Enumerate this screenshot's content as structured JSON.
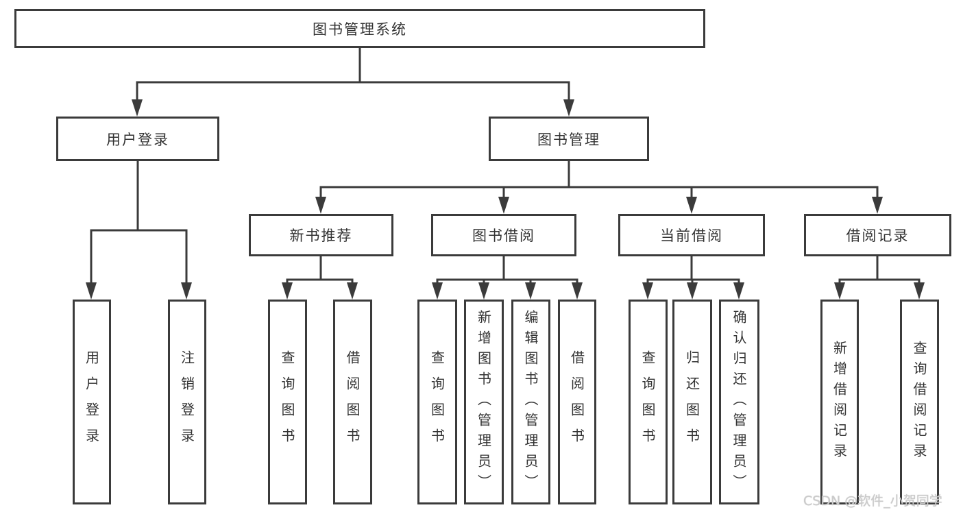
{
  "tree": {
    "label": "图书管理系统",
    "children": [
      {
        "label": "用户登录",
        "children": [
          {
            "label": "用户登录"
          },
          {
            "label": "注销登录"
          }
        ]
      },
      {
        "label": "图书管理",
        "children": [
          {
            "label": "新书推荐",
            "children": [
              {
                "label": "查询图书"
              },
              {
                "label": "借阅图书"
              }
            ]
          },
          {
            "label": "图书借阅",
            "children": [
              {
                "label": "查询图书"
              },
              {
                "label": "新增图书（管理员）"
              },
              {
                "label": "编辑图书（管理员）"
              },
              {
                "label": "借阅图书"
              }
            ]
          },
          {
            "label": "当前借阅",
            "children": [
              {
                "label": "查询图书"
              },
              {
                "label": "归还图书"
              },
              {
                "label": "确认归还（管理员）"
              }
            ]
          },
          {
            "label": "借阅记录",
            "children": [
              {
                "label": "新增借阅记录"
              },
              {
                "label": "查询借阅记录"
              }
            ]
          }
        ]
      }
    ]
  },
  "watermark": "CSDN @软件_小贺同学",
  "colors": {
    "line": "#3b3b3b",
    "text": "#333333",
    "background": "#ffffff",
    "watermark": "#cbcbcb"
  }
}
